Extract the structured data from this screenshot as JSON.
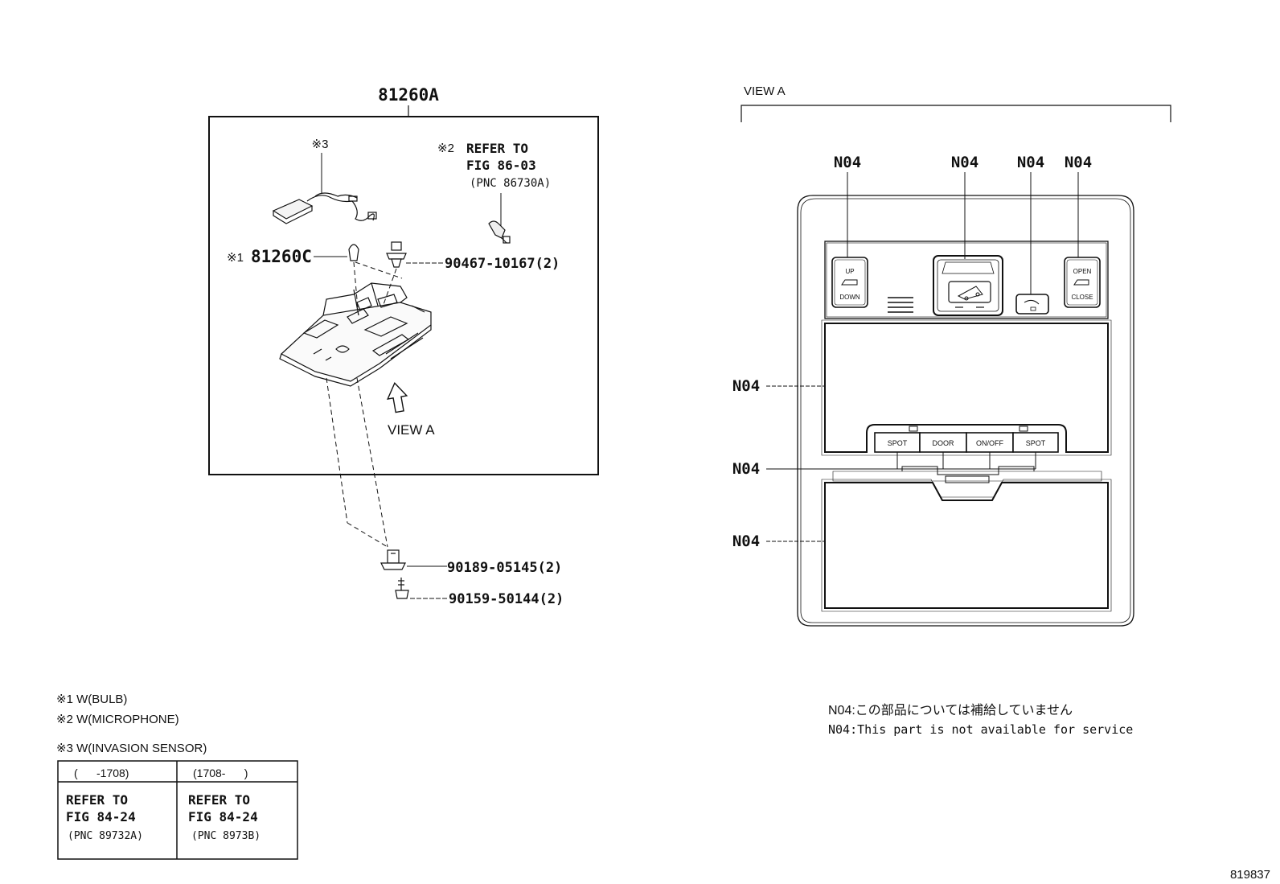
{
  "assembly": {
    "part_number": "81260A",
    "note3_mark": "※3",
    "note2_mark": "※2",
    "refer_line1": "REFER TO",
    "refer_line2": "FIG 86-03",
    "refer_line3": "(PNC 86730A)",
    "note1_mark": "※1",
    "bulb_part": "81260C",
    "clip_part": "90467-10167(2)",
    "view_label": "VIEW A"
  },
  "fasteners": {
    "bolt_part": "90189-05145(2)",
    "screw_part": "90159-50144(2)"
  },
  "notes": {
    "note1": "※1 W(BULB)",
    "note2": "※2 W(MICROPHONE)",
    "note3": "※3 W(INVASION SENSOR)",
    "table": {
      "col1_header": "(      -1708)",
      "col2_header": "(1708-      )",
      "col1_line1": "REFER TO",
      "col1_line2": "FIG 84-24",
      "col1_line3": "(PNC 89732A)",
      "col2_line1": "REFER TO",
      "col2_line2": "FIG 84-24",
      "col2_line3": "(PNC 8973B)"
    }
  },
  "view_a": {
    "title": "VIEW A",
    "n04": "N04",
    "switch_up": "UP",
    "switch_down": "DOWN",
    "switch_open": "OPEN",
    "switch_close": "CLOSE",
    "btn_spot": "SPOT",
    "btn_door": "DOOR",
    "btn_onoff": "ON/OFF",
    "legend_jp": "N04:この部品については補給していません",
    "legend_en": "N04:This part is not available for service"
  },
  "figure_id": "819837"
}
